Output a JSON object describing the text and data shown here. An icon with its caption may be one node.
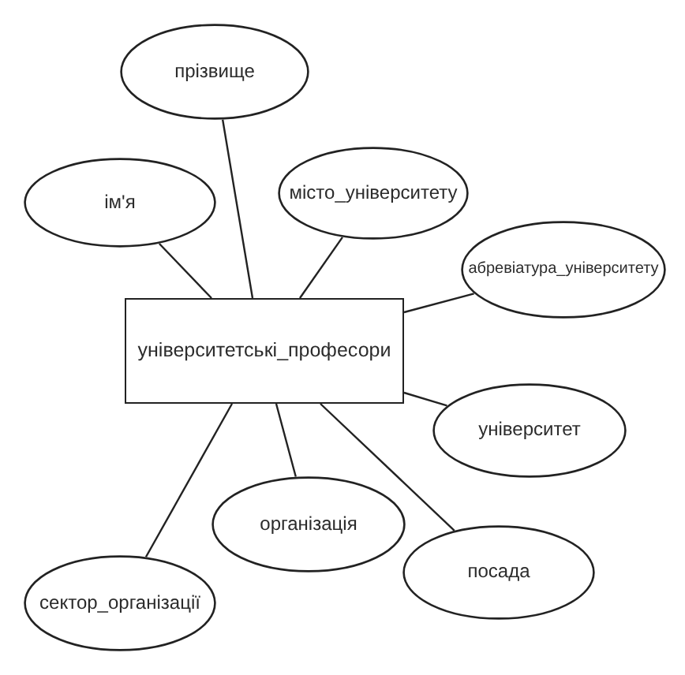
{
  "diagram": {
    "nodes": [
      {
        "text": [
          "прізвище"
        ]
      },
      {
        "text": [
          "ім'я"
        ]
      },
      {
        "text": [
          "місто_університету"
        ]
      },
      {
        "text": [
          "абревіатура_університету"
        ]
      },
      {
        "text": [
          "університетські_професори"
        ]
      },
      {
        "text": [
          "університет"
        ]
      },
      {
        "text": [
          "організація"
        ]
      },
      {
        "text": [
          "посада"
        ]
      },
      {
        "text": [
          "сектор_організації"
        ]
      }
    ],
    "edges": [
      {
        "from": 4,
        "to": 0,
        "arrow": "none"
      },
      {
        "from": 4,
        "to": 1,
        "arrow": "none"
      },
      {
        "from": 4,
        "to": 2,
        "arrow": "none"
      },
      {
        "from": 4,
        "to": 3,
        "arrow": "none"
      },
      {
        "from": 4,
        "to": 5,
        "arrow": "none"
      },
      {
        "from": 4,
        "to": 6,
        "arrow": "none"
      },
      {
        "from": 4,
        "to": 7,
        "arrow": "none"
      },
      {
        "from": 4,
        "to": 8,
        "arrow": "none"
      }
    ]
  }
}
